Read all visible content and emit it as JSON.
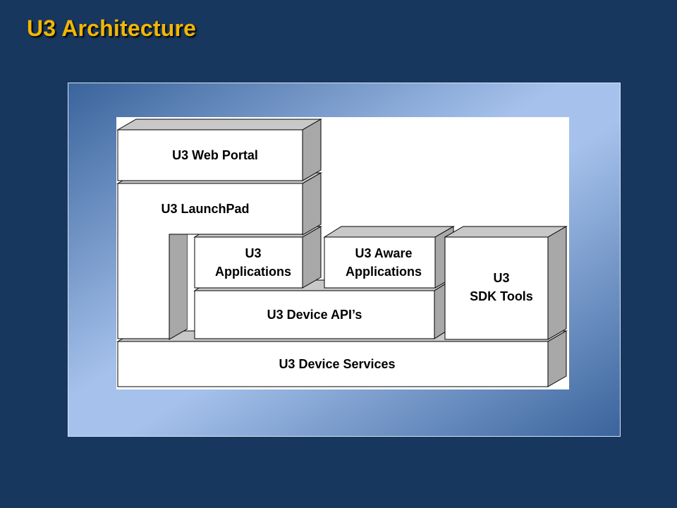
{
  "slide": {
    "title": "U3 Architecture"
  },
  "diagram": {
    "blocks": {
      "web_portal": {
        "lines": [
          "U3 Web Portal"
        ]
      },
      "launchpad": {
        "lines": [
          "U3 LaunchPad"
        ]
      },
      "applications": {
        "lines": [
          "U3",
          "Applications"
        ]
      },
      "aware_applications": {
        "lines": [
          "U3 Aware",
          "Applications"
        ]
      },
      "sdk_tools": {
        "lines": [
          "U3",
          "SDK Tools"
        ]
      },
      "device_apis": {
        "lines": [
          "U3 Device API’s"
        ]
      },
      "device_services": {
        "lines": [
          "U3 Device Services"
        ]
      }
    }
  }
}
